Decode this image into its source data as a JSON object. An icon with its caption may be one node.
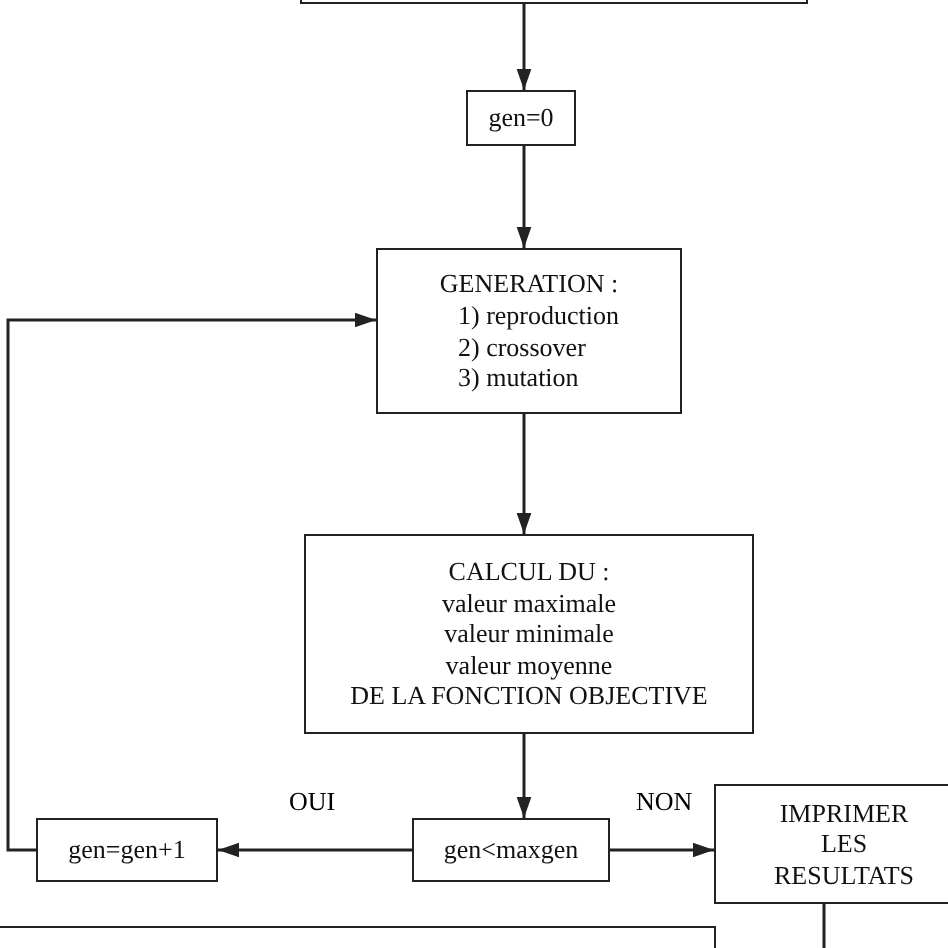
{
  "diagram": {
    "nodes": [
      {
        "text": [],
        "shape": "box"
      },
      {
        "text": [
          "gen=0"
        ]
      },
      {
        "text": [
          "GENERATION :",
          "1) reproduction",
          "2) crossover",
          "3)  mutation"
        ]
      },
      {
        "text": [
          "CALCUL DU :",
          "valeur maximale",
          "valeur minimale",
          "valeur moyenne",
          "DE LA FONCTION OBJECTIVE"
        ]
      },
      {
        "text": [
          "gen<maxgen"
        ]
      },
      {
        "text": [
          "gen=gen+1"
        ]
      },
      {
        "text": [
          "IMPRIMER LES RESULTATS"
        ]
      },
      {
        "text": [],
        "shape": "box"
      }
    ],
    "edges": [
      {
        "from": 0,
        "to": 1,
        "arrow": "to"
      },
      {
        "from": 1,
        "to": 2,
        "arrow": "to"
      },
      {
        "from": 2,
        "to": 3,
        "arrow": "to"
      },
      {
        "from": 3,
        "to": 4,
        "arrow": "to"
      },
      {
        "from": 4,
        "to": 5,
        "arrow": "to",
        "label": "OUI"
      },
      {
        "from": 4,
        "to": 6,
        "arrow": "to",
        "label": "NON"
      },
      {
        "from": 5,
        "to": 2,
        "arrow": "to"
      },
      {
        "from": 6,
        "to": null,
        "arrow": "none"
      }
    ]
  }
}
